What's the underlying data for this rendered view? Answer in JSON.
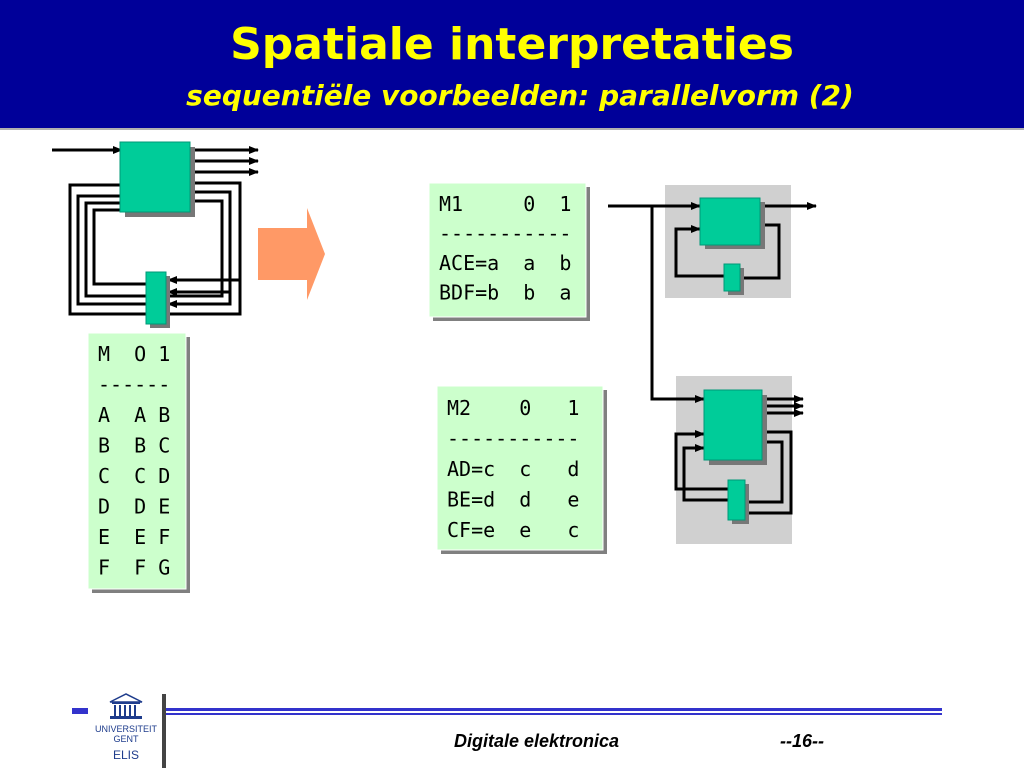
{
  "slide": {
    "title": "Spatiale interpretaties",
    "subtitle": "sequentiële voorbeelden: parallelvorm (2)"
  },
  "tables": {
    "m": [
      "M  O 1",
      "------",
      "A  A B",
      "B  B C",
      "C  C D",
      "D  D E",
      "E  E F",
      "F  F G"
    ],
    "m1": [
      "M1     0  1",
      "-----------",
      "ACE=a  a  b",
      "BDF=b  b  a"
    ],
    "m2": [
      "M2    0   1",
      "-----------",
      "AD=c  c   d",
      "BE=d  d   e",
      "CF=e  e   c"
    ]
  },
  "footer": {
    "course": "Digitale elektronica",
    "page": "--16--",
    "logo_line1": "UNIVERSITEIT",
    "logo_line2": "GENT",
    "logo_line3": "ELIS"
  },
  "colors": {
    "header_bg": "#000099",
    "title": "#ffff00",
    "block": "#00cc99",
    "table_bg": "#ccffcc",
    "group_bg": "#d0d0d0",
    "arrow": "#ff9966",
    "footer_line": "#3333cc"
  },
  "icons": [
    "arrow-right-icon",
    "university-logo-icon"
  ]
}
